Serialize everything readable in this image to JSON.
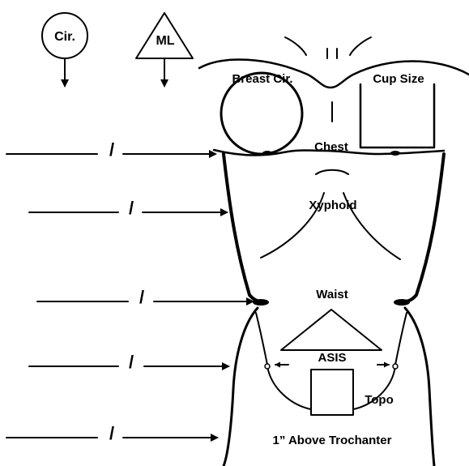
{
  "legend": {
    "circumference": {
      "label": "Cir.",
      "shape": "circle"
    },
    "medial_lateral": {
      "label": "ML",
      "shape": "triangle"
    }
  },
  "landmarks": {
    "breast_circumference": "Breast Cir.",
    "cup_size": "Cup Size",
    "chest": "Chest",
    "xyphoid": "Xyphoid",
    "waist": "Waist",
    "asis": "ASIS",
    "topo": "Topo",
    "trochanter": "1” Above Trochanter"
  },
  "measurement_rows": [
    {
      "level": "Chest",
      "separator": "/"
    },
    {
      "level": "Xyphoid",
      "separator": "/"
    },
    {
      "level": "Waist",
      "separator": "/"
    },
    {
      "level": "ASIS",
      "separator": "/"
    },
    {
      "level": "1” Above Trochanter",
      "separator": "/"
    }
  ],
  "colors": {
    "ink": "#000000",
    "background": "#ffffff"
  }
}
